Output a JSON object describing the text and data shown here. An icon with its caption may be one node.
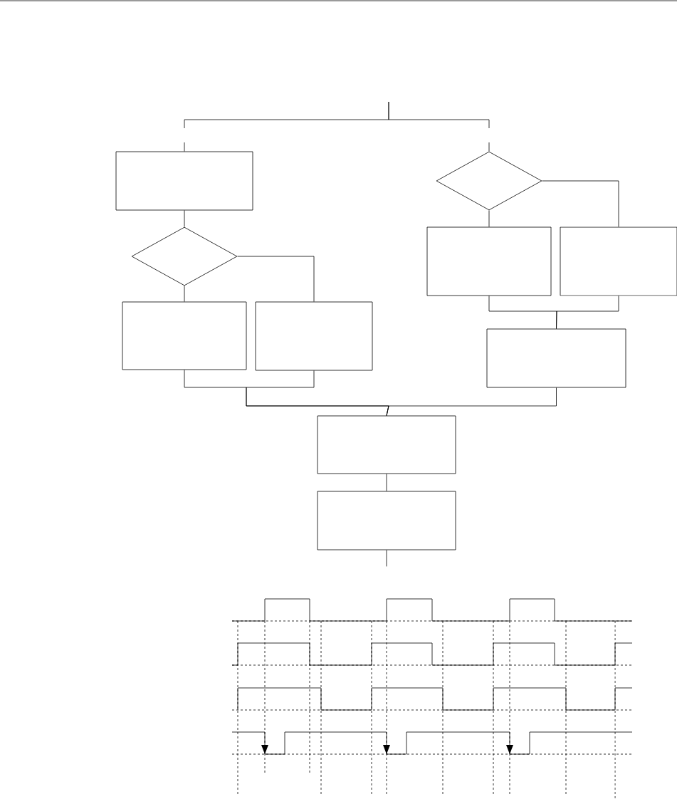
{
  "diagram": {
    "nodes": [
      {
        "text": [],
        "shape": "box"
      },
      {
        "text": [],
        "shape": "diamond"
      },
      {
        "text": [],
        "shape": "box"
      },
      {
        "text": [],
        "shape": "box"
      },
      {
        "text": [],
        "shape": "diamond"
      },
      {
        "text": [],
        "shape": "box"
      },
      {
        "text": [],
        "shape": "box"
      },
      {
        "text": [],
        "shape": "box"
      },
      {
        "text": [],
        "shape": "box"
      },
      {
        "text": [],
        "shape": "box"
      }
    ],
    "edges": [
      {
        "from": null,
        "to": 0,
        "arrow": "none"
      },
      {
        "from": null,
        "to": 4,
        "arrow": "none"
      },
      {
        "from": 0,
        "to": 1,
        "arrow": "none"
      },
      {
        "from": 1,
        "to": 2,
        "arrow": "none"
      },
      {
        "from": 1,
        "to": 3,
        "arrow": "none"
      },
      {
        "from": 4,
        "to": 5,
        "arrow": "none"
      },
      {
        "from": 4,
        "to": 6,
        "arrow": "none"
      },
      {
        "from": 2,
        "to": 8,
        "arrow": "none"
      },
      {
        "from": 3,
        "to": 8,
        "arrow": "none"
      },
      {
        "from": 5,
        "to": 7,
        "arrow": "none"
      },
      {
        "from": 6,
        "to": 7,
        "arrow": "none"
      },
      {
        "from": 7,
        "to": 8,
        "arrow": "none"
      },
      {
        "from": 8,
        "to": 9,
        "arrow": "none"
      },
      {
        "from": 9,
        "to": null,
        "arrow": "none"
      }
    ]
  }
}
